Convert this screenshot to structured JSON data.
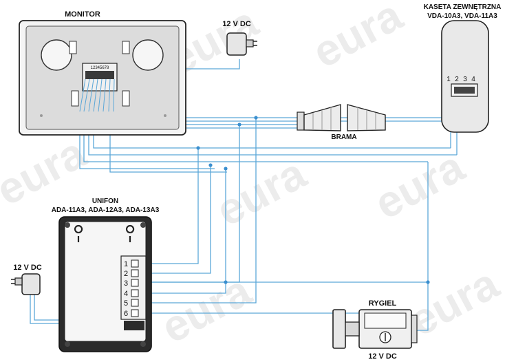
{
  "labels": {
    "monitor": "MONITOR",
    "psu_top": "12 V DC",
    "camera_title_1": "KASETA ZEWNĘTRZNA",
    "camera_title_2": "VDA-10A3, VDA-11A3",
    "camera_terminals": [
      "1",
      "2",
      "3",
      "4"
    ],
    "gate": "BRAMA",
    "handset_title_1": "UNIFON",
    "handset_title_2": "ADA-11A3, ADA-12A3, ADA-13A3",
    "handset_terminals": [
      "1",
      "2",
      "3",
      "4",
      "5",
      "6"
    ],
    "psu_left": "12 V DC",
    "lock_title": "RYGIEL",
    "lock_psu": "12 V DC",
    "monitor_connector": "12345678",
    "watermark": "eura"
  },
  "colors": {
    "wire": "#5aa7d8",
    "device_fill": "#f2f2f2",
    "device_dark": "#2a2a2a",
    "stroke": "#222222",
    "watermark": "#ebebeb"
  },
  "icons": {
    "monitor": "video-monitor-icon",
    "camera": "door-camera-panel-icon",
    "gate": "sliding-gate-icon",
    "handset": "intercom-handset-icon",
    "psu": "power-adapter-icon",
    "lock": "electric-lock-icon"
  }
}
